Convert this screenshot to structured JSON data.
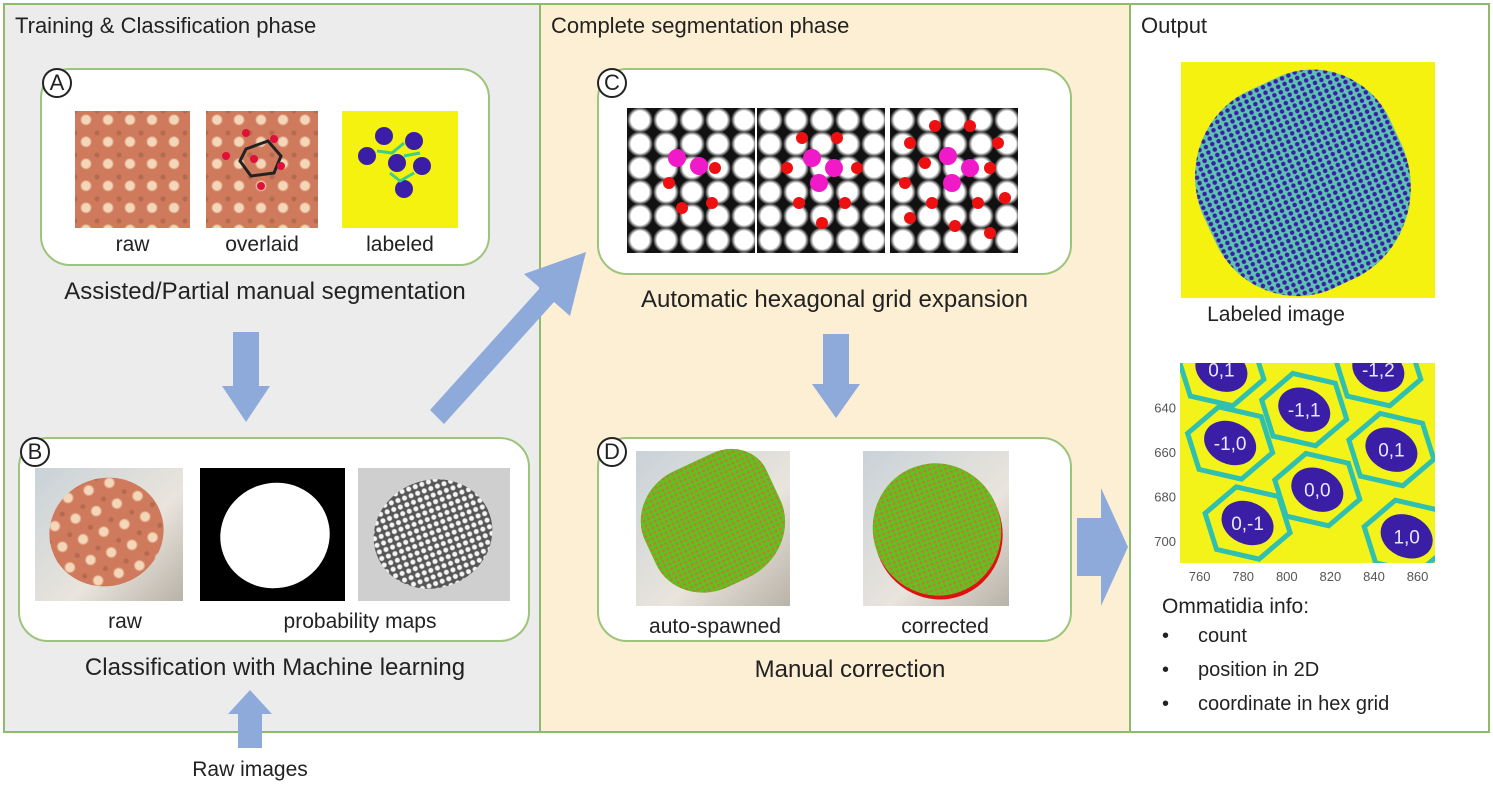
{
  "panels": {
    "training": {
      "title": "Training & Classification phase"
    },
    "segmentation": {
      "title": "Complete segmentation phase"
    },
    "output": {
      "title": "Output"
    }
  },
  "step_a": {
    "badge": "A",
    "labels": [
      "raw",
      "overlaid",
      "labeled"
    ],
    "caption": "Assisted/Partial manual segmentation"
  },
  "step_b": {
    "badge": "B",
    "labels": [
      "raw",
      "probability maps"
    ],
    "caption": "Classification with Machine learning"
  },
  "step_c": {
    "badge": "C",
    "caption": "Automatic hexagonal grid expansion"
  },
  "step_d": {
    "badge": "D",
    "labels": [
      "auto-spawned",
      "corrected"
    ],
    "caption": "Manual correction"
  },
  "input_label": "Raw images",
  "output": {
    "labeled_caption": "Labeled image",
    "info_title": "Ommatidia info:",
    "info_items": [
      "count",
      "position in 2D",
      "coordinate in hex grid"
    ]
  },
  "colors": {
    "arrow": "#8eaadb",
    "border": "#8dbb6a",
    "yellow": "#f3f31a",
    "blue": "#3a1fa6",
    "teal": "#2fc0b0"
  },
  "chart_data": {
    "type": "heatmap",
    "title": "",
    "xlim": [
      751,
      868
    ],
    "ylim": [
      620,
      710
    ],
    "y_inverted": true,
    "xticks": [
      760,
      780,
      800,
      820,
      840,
      860
    ],
    "yticks": [
      640,
      660,
      680,
      700
    ],
    "cells": [
      {
        "label": "0,1",
        "x": 770,
        "y": 623
      },
      {
        "label": "-1,2",
        "x": 842,
        "y": 623
      },
      {
        "label": "-1,1",
        "x": 808,
        "y": 641
      },
      {
        "label": "-1,0",
        "x": 774,
        "y": 656
      },
      {
        "label": "0,1",
        "x": 848,
        "y": 659
      },
      {
        "label": "0,0",
        "x": 814,
        "y": 677
      },
      {
        "label": "0,-1",
        "x": 782,
        "y": 692
      },
      {
        "label": "1,0",
        "x": 855,
        "y": 698
      }
    ]
  }
}
